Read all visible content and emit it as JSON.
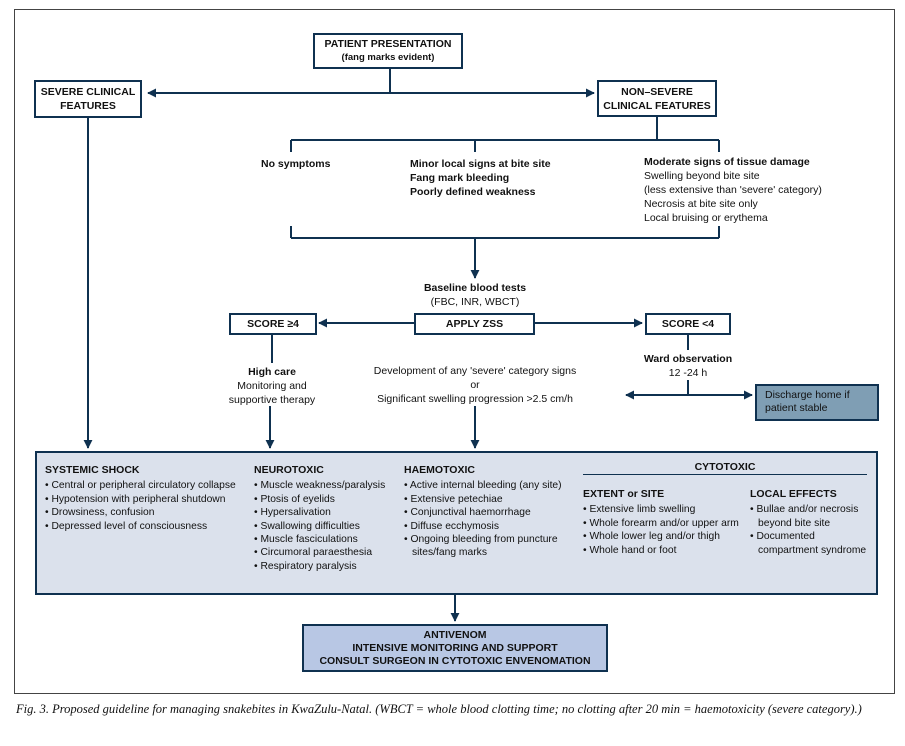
{
  "patient": {
    "line1": "PATIENT PRESENTATION",
    "line2": "(fang marks evident)"
  },
  "severe": {
    "line1": "SEVERE CLINICAL",
    "line2": "FEATURES"
  },
  "nonsevere": {
    "line1": "NON–SEVERE",
    "line2": "CLINICAL FEATURES"
  },
  "no_symptoms": "No symptoms",
  "minor": {
    "line1": "Minor local signs at bite site",
    "line2": "Fang mark bleeding",
    "line3": "Poorly defined weakness"
  },
  "moderate": {
    "title": "Moderate signs of tissue damage",
    "items": [
      "Swelling beyond bite site",
      "(less extensive than 'severe' category)",
      "Necrosis at bite site only",
      "Local bruising or erythema"
    ]
  },
  "baseline": {
    "title": "Baseline blood tests",
    "detail": "(FBC, INR, WBCT)"
  },
  "score_high": "SCORE ≥4",
  "apply_zss": "APPLY ZSS",
  "score_low": "SCORE <4",
  "high_care": {
    "title": "High care",
    "line1": "Monitoring and",
    "line2": "supportive therapy"
  },
  "development": {
    "line1": "Development of any 'severe' category signs",
    "line2": "or",
    "line3": "Significant swelling progression >2.5 cm/h"
  },
  "ward": {
    "title": "Ward observation",
    "time": "12 -24 h"
  },
  "discharge": {
    "line1": "Discharge home if",
    "line2": "patient stable"
  },
  "systemic": {
    "title": "SYSTEMIC SHOCK",
    "items": [
      "Central or peripheral circulatory collapse",
      "Hypotension with peripheral shutdown",
      "Drowsiness, confusion",
      "Depressed level of consciousness"
    ]
  },
  "neurotoxic": {
    "title": "NEUROTOXIC",
    "items": [
      "Muscle weakness/paralysis",
      "Ptosis of eyelids",
      "Hypersalivation",
      "Swallowing difficulties",
      "Muscle fasciculations",
      "Circumoral paraesthesia",
      "Respiratory paralysis"
    ]
  },
  "haemotoxic": {
    "title": "HAEMOTOXIC",
    "items": [
      "Active internal bleeding (any site)",
      "Extensive petechiae",
      "Conjunctival haemorrhage",
      "Diffuse ecchymosis",
      "Ongoing bleeding from puncture sites/fang marks"
    ]
  },
  "cytotoxic": {
    "title": "CYTOTOXIC",
    "extent": {
      "title": "EXTENT or SITE",
      "items": [
        "Extensive limb swelling",
        "Whole forearm and/or upper arm",
        "Whole lower leg and/or thigh",
        "Whole hand or foot"
      ]
    },
    "local": {
      "title": "LOCAL EFFECTS",
      "items": [
        "Bullae and/or necrosis beyond bite site",
        "Documented compartment syndrome"
      ]
    }
  },
  "antivenom": {
    "line1": "ANTIVENOM",
    "line2": "INTENSIVE MONITORING AND SUPPORT",
    "line3": "CONSULT SURGEON IN CYTOTOXIC ENVENOMATION"
  },
  "caption": "Fig. 3. Proposed guideline for managing snakebites in KwaZulu-Natal. (WBCT = whole blood clotting time; no clotting after 20 min = haemotoxicity (severe category).)",
  "colors": {
    "line": "#0f3150",
    "box_fill": "#dbe1ec",
    "discharge_fill": "#7f9eb4",
    "antivenom_fill": "#b8c7e4"
  }
}
